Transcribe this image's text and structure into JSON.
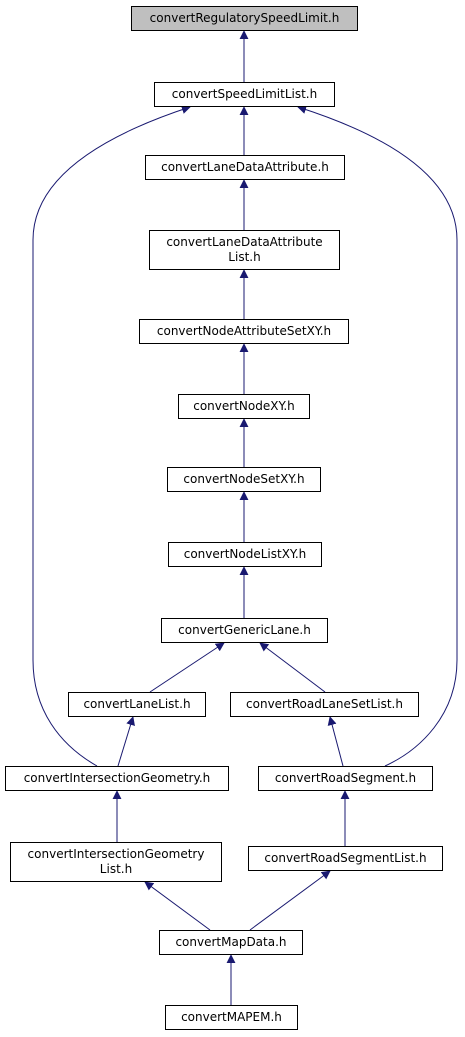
{
  "graph": {
    "edge_color": "#191970",
    "root_fill": "#bfbfbf",
    "nodes": [
      {
        "id": "n0",
        "lines": [
          "convertRegulatorySpeedLimit.h"
        ]
      },
      {
        "id": "n1",
        "lines": [
          "convertSpeedLimitList.h"
        ]
      },
      {
        "id": "n2",
        "lines": [
          "convertLaneDataAttribute.h"
        ]
      },
      {
        "id": "n3",
        "lines": [
          "convertLaneDataAttribute",
          "List.h"
        ]
      },
      {
        "id": "n4",
        "lines": [
          "convertNodeAttributeSetXY.h"
        ]
      },
      {
        "id": "n5",
        "lines": [
          "convertNodeXY.h"
        ]
      },
      {
        "id": "n6",
        "lines": [
          "convertNodeSetXY.h"
        ]
      },
      {
        "id": "n7",
        "lines": [
          "convertNodeListXY.h"
        ]
      },
      {
        "id": "n8",
        "lines": [
          "convertGenericLane.h"
        ]
      },
      {
        "id": "n9",
        "lines": [
          "convertLaneList.h"
        ]
      },
      {
        "id": "n10",
        "lines": [
          "convertRoadLaneSetList.h"
        ]
      },
      {
        "id": "n11",
        "lines": [
          "convertIntersectionGeometry.h"
        ]
      },
      {
        "id": "n12",
        "lines": [
          "convertRoadSegment.h"
        ]
      },
      {
        "id": "n13",
        "lines": [
          "convertIntersectionGeometry",
          "List.h"
        ]
      },
      {
        "id": "n14",
        "lines": [
          "convertRoadSegmentList.h"
        ]
      },
      {
        "id": "n15",
        "lines": [
          "convertMapData.h"
        ]
      },
      {
        "id": "n16",
        "lines": [
          "convertMAPEM.h"
        ]
      }
    ],
    "edges": [
      {
        "from": "n1",
        "to": "n0"
      },
      {
        "from": "n2",
        "to": "n1"
      },
      {
        "from": "n11",
        "to": "n1"
      },
      {
        "from": "n12",
        "to": "n1"
      },
      {
        "from": "n3",
        "to": "n2"
      },
      {
        "from": "n4",
        "to": "n3"
      },
      {
        "from": "n5",
        "to": "n4"
      },
      {
        "from": "n6",
        "to": "n5"
      },
      {
        "from": "n7",
        "to": "n6"
      },
      {
        "from": "n8",
        "to": "n7"
      },
      {
        "from": "n9",
        "to": "n8"
      },
      {
        "from": "n10",
        "to": "n8"
      },
      {
        "from": "n11",
        "to": "n9"
      },
      {
        "from": "n12",
        "to": "n10"
      },
      {
        "from": "n13",
        "to": "n11"
      },
      {
        "from": "n14",
        "to": "n12"
      },
      {
        "from": "n15",
        "to": "n13"
      },
      {
        "from": "n15",
        "to": "n14"
      },
      {
        "from": "n16",
        "to": "n15"
      }
    ]
  }
}
